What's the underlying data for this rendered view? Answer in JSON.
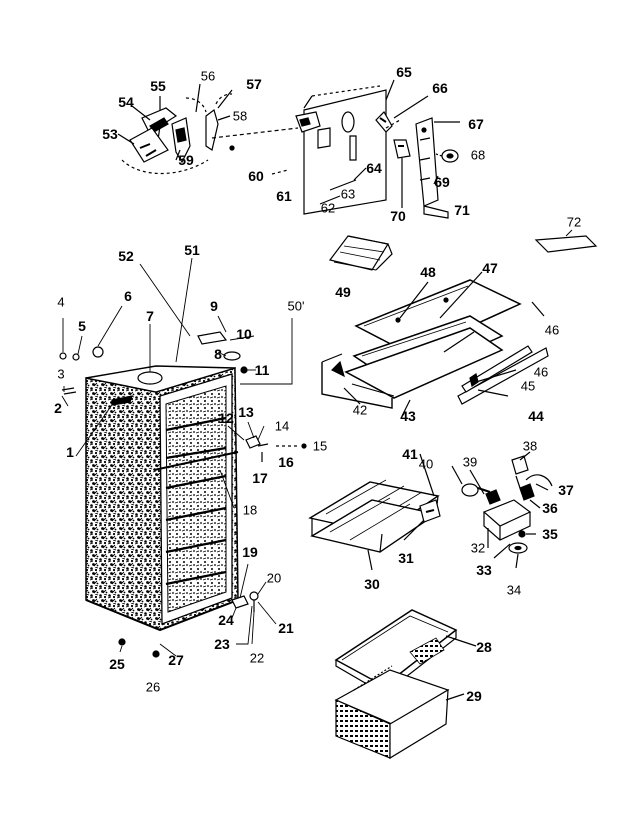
{
  "diagram": {
    "callouts": [
      "1",
      "2",
      "3",
      "4",
      "5",
      "6",
      "7",
      "8",
      "9",
      "10",
      "11",
      "12",
      "13",
      "14",
      "15",
      "16",
      "17",
      "18",
      "19",
      "20",
      "21",
      "22",
      "23",
      "24",
      "25",
      "26",
      "27",
      "28",
      "29",
      "30",
      "31",
      "32",
      "33",
      "34",
      "35",
      "36",
      "37",
      "38",
      "39",
      "40",
      "41",
      "42",
      "43",
      "44",
      "45",
      "46",
      "46",
      "47",
      "48",
      "49",
      "50'",
      "51",
      "52",
      "53",
      "54",
      "55",
      "56",
      "57",
      "58",
      "59",
      "60",
      "61",
      "62",
      "63",
      "64",
      "65",
      "66",
      "67",
      "68",
      "69",
      "70",
      "71",
      "72"
    ]
  }
}
